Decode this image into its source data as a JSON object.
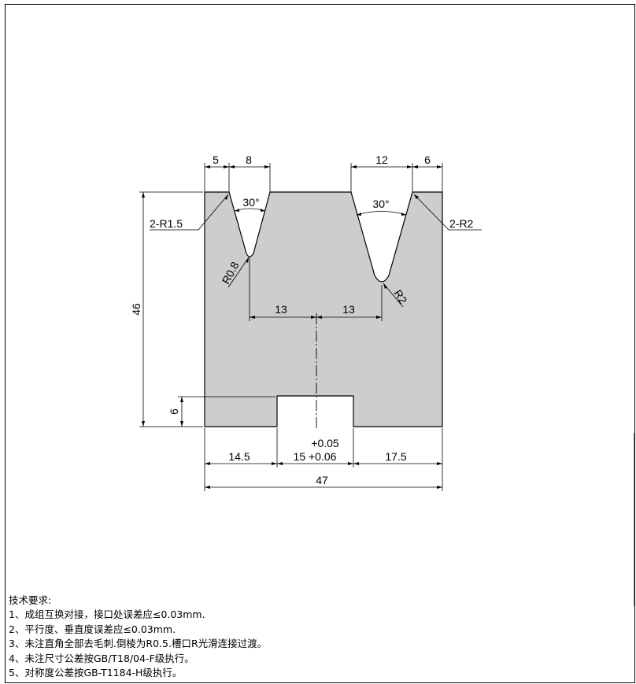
{
  "drawing": {
    "dims": {
      "w_5": "5",
      "w_8": "8",
      "w_12": "12",
      "w_6": "6",
      "angle_left": "30°",
      "angle_right": "30°",
      "r_left": "2-R1.5",
      "r_right": "2-R2",
      "r_bottom_left": "R0.8",
      "r_bottom_right": "R2",
      "h_46": "46",
      "c_13_left": "13",
      "c_13_right": "13",
      "h_6": "6",
      "tol": "+0.05",
      "b_14_5": "14.5",
      "b_15": "15 +0.06",
      "b_17_5": "17.5",
      "total_47": "47"
    },
    "colors": {
      "part_fill": "#cdcdcd",
      "line": "#000000"
    }
  },
  "tech_requirements": {
    "title": "技术要求:",
    "items": [
      "1、成组互换对接，接口处误差应≤0.03mm.",
      "2、平行度、垂直度误差应≤0.03mm.",
      "3、未注直角全部去毛刺.倒棱为R0.5.槽口R光滑连接过渡。",
      "4、未注尺寸公差按GB/T18/04-F级执行。",
      "5、对称度公差按GB-T1184-H级执行。"
    ]
  }
}
